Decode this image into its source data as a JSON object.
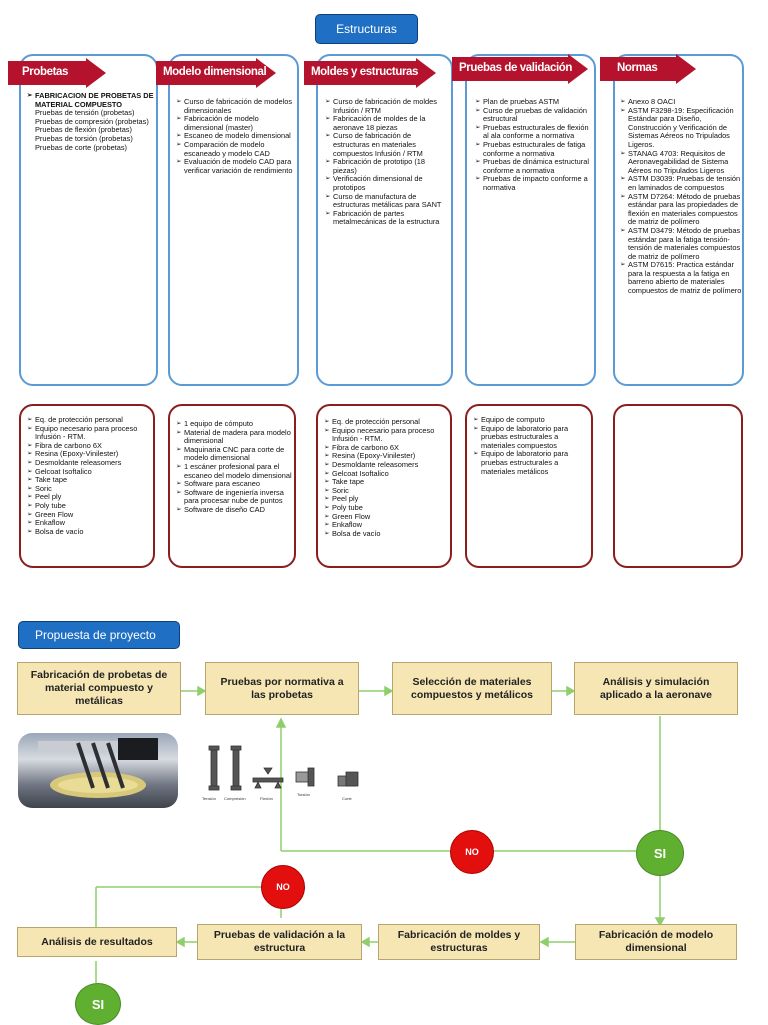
{
  "header": {
    "title": "Estructuras"
  },
  "columns": [
    {
      "label": "Probetas",
      "items": [
        {
          "text": "FABRICACION DE PROBETAS DE MATERIAL COMPUESTO",
          "bold": true
        }
      ],
      "sub_items": [
        "Pruebas de tensión (probetas)",
        "Pruebas de compresión (probetas)",
        "Pruebas de flexión (probetas)",
        "Pruebas de torsión (probetas)",
        "Pruebas de corte (probetas)"
      ]
    },
    {
      "label": "Modelo dimensional",
      "items": [
        "Curso de fabricación de modelos dimensionales",
        "Fabricación de modelo dimensional (master)",
        "Escaneo de modelo dimensional",
        "Comparación de modelo escaneado y modelo CAD",
        "Evaluación de modelo CAD para verificar variación de rendimiento"
      ]
    },
    {
      "label": "Moldes y estructuras",
      "items": [
        "Curso de fabricación de moldes Infusión / RTM",
        "Fabricación de moldes de la aeronave 18 piezas",
        "Curso de fabricación de estructuras en materiales compuestos Infusión / RTM",
        "Fabricación de prototipo (18 piezas)",
        "Verificación dimensional de prototipos",
        "Curso de manufactura de estructuras metálicas para SANT",
        "Fabricación de partes metalmecánicas de la estructura"
      ]
    },
    {
      "label": "Pruebas de validación",
      "items": [
        "Plan de pruebas ASTM",
        "Curso de pruebas de validación estructural",
        "Pruebas estructurales de flexión al ala conforme a normativa",
        "Pruebas estructurales de fatiga conforme a normativa",
        "Pruebas de dinámica estructural conforme a normativa",
        "Pruebas de impacto conforme a normativa"
      ]
    },
    {
      "label": "Normas",
      "items": [
        "Anexo 8 OACI",
        "ASTM F3298-19: Especificación Estándar para Diseño, Construcción y Verificación de Sistemas Aéreos no Tripulados Ligeros.",
        "STANAG 4703: Requisitos de Aeronavegabilidad de Sistema Aéreos no Tripulados Ligeros",
        "ASTM D3039: Pruebas de tensión en laminados de compuestos",
        "ASTM D7264: Método de pruebas estándar para las propiedades de flexión en materiales compuestos de matriz de polímero",
        "ASTM D3479: Método de pruebas estándar para la fatiga tensión-tensión de materiales compuestos de matriz de polímero",
        "ASTM D7615: Practica estándar para la respuesta a la fatiga en barreno abierto de materiales compuestos de matriz de polímero"
      ]
    }
  ],
  "resources": [
    [
      "Eq. de protección personal",
      "Equipo necesario para proceso Infusión - RTM.",
      "Fibra de carbono 6X",
      "Resina (Epoxy-Vinilester)",
      "Desmoldante releasomers",
      "Gelcoat Isoftalico",
      "Take tape",
      "Soric",
      "Peel ply",
      "Poly tube",
      "Green Flow",
      "Enkaflow",
      "Bolsa de vacío"
    ],
    [
      "1 equipo de cómputo",
      "Material de madera para modelo dimensional",
      "Maquinaria CNC para corte de modelo dimensional",
      "1 escáner profesional para el escaneo del modelo dimensional",
      "Software para escaneo",
      "Software de ingeniería inversa para procesar nube de puntos",
      "Software de diseño CAD"
    ],
    [
      "Eq. de protección personal",
      "Equipo necesario para proceso Infusión - RTM.",
      "Fibra de carbono 6X",
      "Resina (Epoxy-Vinilester)",
      "Desmoldante releasomers",
      "Gelcoat Isoftalico",
      "Take tape",
      "Soric",
      "Peel ply",
      "Poly tube",
      "Green Flow",
      "Enkaflow",
      "Bolsa de vacío"
    ],
    [
      "Equipo de computo",
      "Equipo de laboratorio para pruebas estructurales a materiales compuestos",
      "Equipo de laboratorio para pruebas estructurales a materiales metálicos"
    ],
    []
  ],
  "proposal": {
    "title": "Propuesta de proyecto",
    "boxes": {
      "b1": "Fabricación de probetas de material compuesto y metálicas",
      "b2": "Pruebas por normativa a las probetas",
      "b3": "Selección de materiales compuestos y metálicos",
      "b4": "Análisis y simulación aplicado a la aeronave",
      "b5": "Fabricación de modelo dimensional",
      "b6": "Fabricación de moldes y estructuras",
      "b7": "Pruebas de validación a la estructura",
      "b8": "Análisis de resultados"
    },
    "decisions": {
      "no1": "NO",
      "no2": "NO",
      "si1": "SI",
      "si2": "SI"
    },
    "test_labels": [
      "Tensión",
      "Compresión",
      "Flexión",
      "Torsión",
      "Corte"
    ]
  },
  "colors": {
    "title_blue": "#1f6fc4",
    "arrow_red": "#b5122d",
    "box_fill": "#f5e6b4",
    "flow_line": "#8fcf6b",
    "yes_green": "#5fb031",
    "no_red": "#e30f0f"
  }
}
